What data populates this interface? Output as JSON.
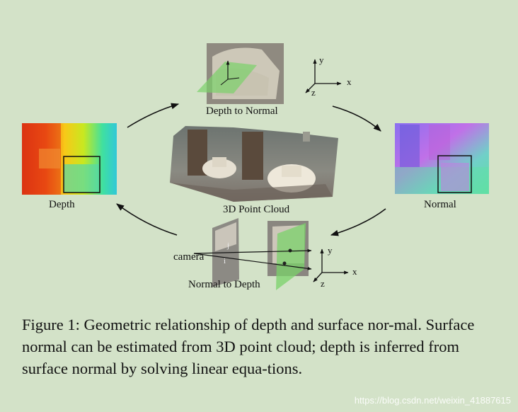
{
  "figure": {
    "labels": {
      "depth_to_normal": "Depth to Normal",
      "point_cloud": "3D Point Cloud",
      "depth": "Depth",
      "normal": "Normal",
      "normal_to_depth": "Normal to Depth",
      "camera": "camera"
    },
    "axes_top": {
      "y": "y",
      "x": "x",
      "z": "z"
    },
    "axes_bottom": {
      "y": "y",
      "x": "x",
      "z": "z"
    },
    "pixel_labels": {
      "j": "j",
      "i": "i"
    },
    "colors": {
      "background": "#d3e2c8",
      "plane_green": "#7ad16a",
      "arrow": "#111111"
    }
  },
  "caption": {
    "text": "Figure 1: Geometric relationship of depth and surface nor-mal. Surface normal can be estimated from 3D point cloud; depth is inferred from surface normal by solving linear equa-tions."
  },
  "watermark": "https://blog.csdn.net/weixin_41887615"
}
